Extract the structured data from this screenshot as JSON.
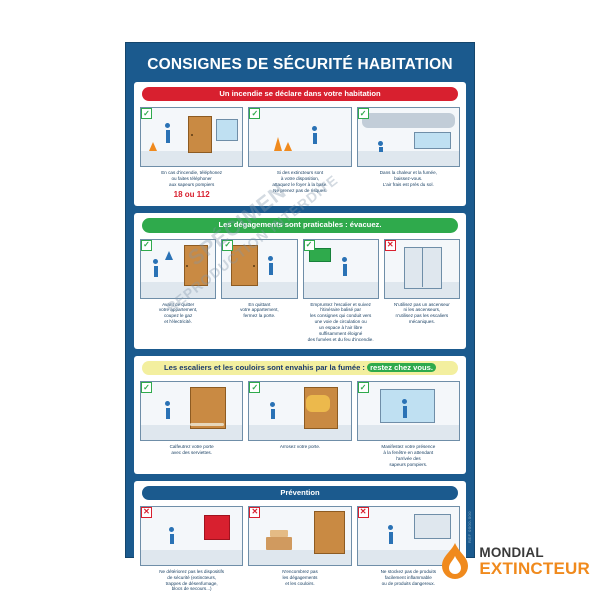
{
  "poster": {
    "title": "CONSIGNES DE SÉCURITÉ HABITATION",
    "sections": [
      {
        "id": "incendie",
        "band": "Un incendie se déclare dans votre habitation",
        "band_color": "#d8202f",
        "cards": [
          {
            "caption": "En cas d'incendie, téléphonez\nou faites téléphoner\naux sapeurs pompiers",
            "highlight": "18 ou 112",
            "badge": "check"
          },
          {
            "caption": "Si des extincteurs sont\nà votre disposition,\nattaquez le foyer à la base.\nNe prenez pas de risques.",
            "badge": "check"
          },
          {
            "caption": "Dans la chaleur et la fumée,\nbaissez-vous.\nL'air frais est près du sol.",
            "badge": "check"
          }
        ]
      },
      {
        "id": "degagements",
        "band": "Les dégagements sont praticables : évacuez.",
        "band_color": "#2faa4c",
        "cards": [
          {
            "caption": "Avant de quitter\nvotre appartement,\ncoupez le gaz\net l'électricité.",
            "badge": "check"
          },
          {
            "caption": "En quittant\nvotre appartement,\nfermez la porte.",
            "badge": "check"
          },
          {
            "caption": "Empruntez l'escalier et suivez\nl'itinéraire balisé par\nles consignes qui conduit vers\nune voie de circulation ou\nun espace à l'air libre\nsuffisamment éloigné\ndes fumées et du feu d'incendie.",
            "badge": "check"
          },
          {
            "caption": "N'utilisez pas un ascenseur\nni les ascenseurs,\nn'utilisez pas les escaliers\nmécaniques.",
            "badge": "no"
          }
        ]
      },
      {
        "id": "escaliers",
        "band_prefix": "Les escaliers et les couloirs sont envahis par la fumée : ",
        "band_highlight": "restez chez vous.",
        "band_color": "#f3ef9f",
        "cards": [
          {
            "caption": "Calfeutrez votre porte\navec des serviettes.",
            "badge": "check"
          },
          {
            "caption": "Arrosez votre porte.",
            "badge": "check"
          },
          {
            "caption": "Manifestez votre présence\nà la fenêtre en attendant\nl'arrivée des\nsapeurs pompiers.",
            "badge": "check"
          }
        ]
      },
      {
        "id": "prevention",
        "band": "Prévention",
        "band_color": "#1b5a8e",
        "cards": [
          {
            "caption": "Ne détériorez pas les dispositifs\nde sécurité (extincteurs,\ntrappes de désenfumage,\nblocs de secours...)",
            "badge": "no"
          },
          {
            "caption": "N'encombrez pas\nles dégagements\net les couloirs.",
            "badge": "no"
          },
          {
            "caption": "Ne stockez pas de produits\nfacilement inflammable\nou de produits dangereux.",
            "badge": "no"
          }
        ]
      }
    ],
    "side_code": "REF 0000-000"
  },
  "watermark": {
    "line1": "SPÉCIMEN",
    "line2": "REPRODUCTION INTERDITE"
  },
  "logo": {
    "line1": "MONDIAL",
    "line2": "EXTINCTEUR",
    "icon": "flame-icon",
    "color_dark": "#3a3a3a",
    "color_accent": "#f08a1d"
  }
}
